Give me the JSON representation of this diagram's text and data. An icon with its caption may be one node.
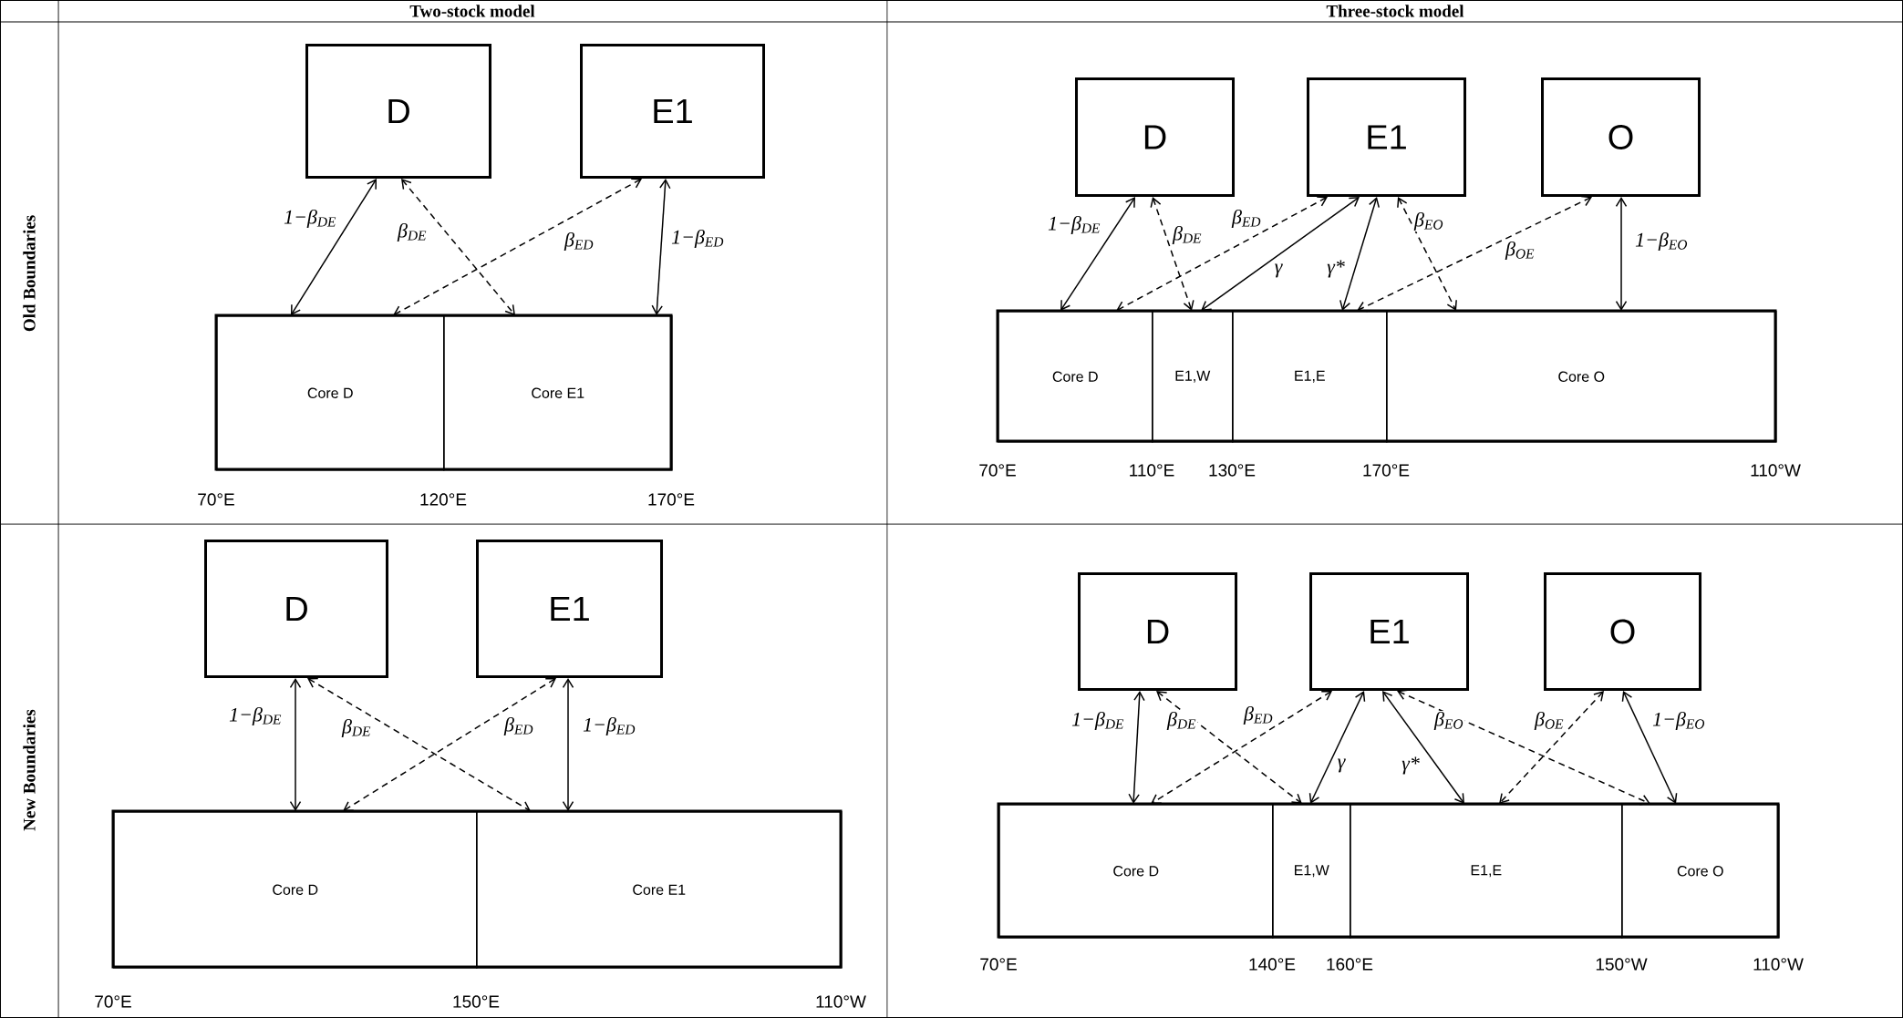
{
  "diagram": {
    "nodes": [
      {
        "text": [
          "D"
        ]
      },
      {
        "text": [
          "E1"
        ]
      },
      {
        "text": [
          "Core D"
        ]
      },
      {
        "text": [
          "Core E1"
        ]
      },
      {
        "text": [
          "D"
        ]
      },
      {
        "text": [
          "E1"
        ]
      },
      {
        "text": [
          "O"
        ]
      },
      {
        "text": [
          "Core D"
        ]
      },
      {
        "text": [
          "E1,W"
        ]
      },
      {
        "text": [
          "E1,E"
        ]
      },
      {
        "text": [
          "Core O"
        ]
      },
      {
        "text": [
          "D"
        ]
      },
      {
        "text": [
          "E1"
        ]
      },
      {
        "text": [
          "Core D"
        ]
      },
      {
        "text": [
          "Core E1"
        ]
      },
      {
        "text": [
          "D"
        ]
      },
      {
        "text": [
          "E1"
        ]
      },
      {
        "text": [
          "O"
        ]
      },
      {
        "text": [
          "Core D"
        ]
      },
      {
        "text": [
          "E1,W"
        ]
      },
      {
        "text": [
          "E1,E"
        ]
      },
      {
        "text": [
          "Core O"
        ]
      }
    ],
    "edges": [
      {
        "from": 0,
        "to": 2,
        "arrow": "both",
        "label": "1−β$_{DE}$"
      },
      {
        "from": 0,
        "to": 3,
        "arrow": "both",
        "label": "β$_{DE}$",
        "style": "dashed"
      },
      {
        "from": 1,
        "to": 2,
        "arrow": "both",
        "label": "β$_{ED}$",
        "style": "dashed"
      },
      {
        "from": 1,
        "to": 3,
        "arrow": "both",
        "label": "1−β$_{ED}$"
      },
      {
        "from": 4,
        "to": 7,
        "arrow": "both",
        "label": "1−β$_{DE}$"
      },
      {
        "from": 4,
        "to": 8,
        "arrow": "both",
        "label": "β$_{DE}$",
        "style": "dashed"
      },
      {
        "from": 5,
        "to": 7,
        "arrow": "both",
        "label": "β$_{ED}$",
        "style": "dashed"
      },
      {
        "from": 5,
        "to": 8,
        "arrow": "both",
        "label": "γ"
      },
      {
        "from": 5,
        "to": 9,
        "arrow": "both",
        "label": "γ*"
      },
      {
        "from": 5,
        "to": 10,
        "arrow": "both",
        "label": "β$_{EO}$",
        "style": "dashed"
      },
      {
        "from": 6,
        "to": 9,
        "arrow": "both",
        "label": "β$_{OE}$",
        "style": "dashed"
      },
      {
        "from": 6,
        "to": 10,
        "arrow": "both",
        "label": "1−β$_{EO}$"
      },
      {
        "from": 11,
        "to": 13,
        "arrow": "both",
        "label": "1−β$_{DE}$"
      },
      {
        "from": 11,
        "to": 14,
        "arrow": "both",
        "label": "β$_{DE}$",
        "style": "dashed"
      },
      {
        "from": 12,
        "to": 13,
        "arrow": "both",
        "label": "β$_{ED}$",
        "style": "dashed"
      },
      {
        "from": 12,
        "to": 14,
        "arrow": "both",
        "label": "1−β$_{ED}$"
      },
      {
        "from": 15,
        "to": 18,
        "arrow": "both",
        "label": "1−β$_{DE}$"
      },
      {
        "from": 15,
        "to": 19,
        "arrow": "both",
        "label": "β$_{DE}$",
        "style": "dashed"
      },
      {
        "from": 16,
        "to": 18,
        "arrow": "both",
        "label": "β$_{ED}$",
        "style": "dashed"
      },
      {
        "from": 16,
        "to": 19,
        "arrow": "both",
        "label": "γ"
      },
      {
        "from": 16,
        "to": 20,
        "arrow": "both",
        "label": "γ*"
      },
      {
        "from": 16,
        "to": 21,
        "arrow": "both",
        "label": "β$_{EO}$",
        "style": "dashed"
      },
      {
        "from": 17,
        "to": 20,
        "arrow": "both",
        "label": "β$_{OE}$",
        "style": "dashed"
      },
      {
        "from": 17,
        "to": 21,
        "arrow": "both",
        "label": "1−β$_{EO}$"
      }
    ],
    "labels": [
      "Two-stock model",
      "Three-stock model",
      "Old Boundaries",
      "70°E",
      "120°E",
      "170°E",
      "70°E",
      "110°E",
      "130°E",
      "170°E",
      "110°W",
      "New Boundaries",
      "70°E",
      "150°E",
      "110°W",
      "70°E",
      "140°E",
      "160°E",
      "150°W",
      "110°W"
    ]
  }
}
